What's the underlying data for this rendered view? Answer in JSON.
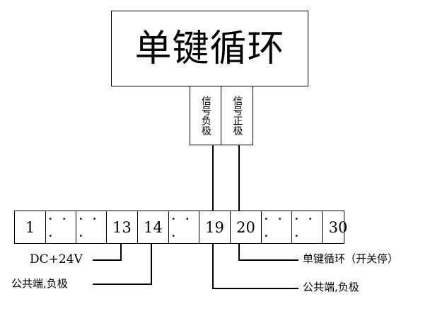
{
  "diagram": {
    "title": "单键循环",
    "signal_boxes": [
      {
        "name": "signal-negative",
        "label": "信号负极"
      },
      {
        "name": "signal-positive",
        "label": "信号正极"
      }
    ],
    "terminal_strip": {
      "cells": [
        {
          "type": "number",
          "label": "1"
        },
        {
          "type": "dots",
          "label": "· · ·"
        },
        {
          "type": "dots",
          "label": "· · ·"
        },
        {
          "type": "number",
          "label": "13"
        },
        {
          "type": "number",
          "label": "14"
        },
        {
          "type": "dots",
          "label": "· · ·"
        },
        {
          "type": "number",
          "label": "19"
        },
        {
          "type": "number",
          "label": "20"
        },
        {
          "type": "dots",
          "label": "· · ·"
        },
        {
          "type": "dots",
          "label": "· · ·"
        },
        {
          "type": "number",
          "label": "30"
        }
      ]
    },
    "annotations": {
      "dc_supply": "DC+24V",
      "common_left": "公共端,负极",
      "cycle_right": "单键循环（开关停）",
      "common_right": "公共端,负极"
    }
  },
  "colors": {
    "line": "#000000",
    "background": "#ffffff"
  }
}
